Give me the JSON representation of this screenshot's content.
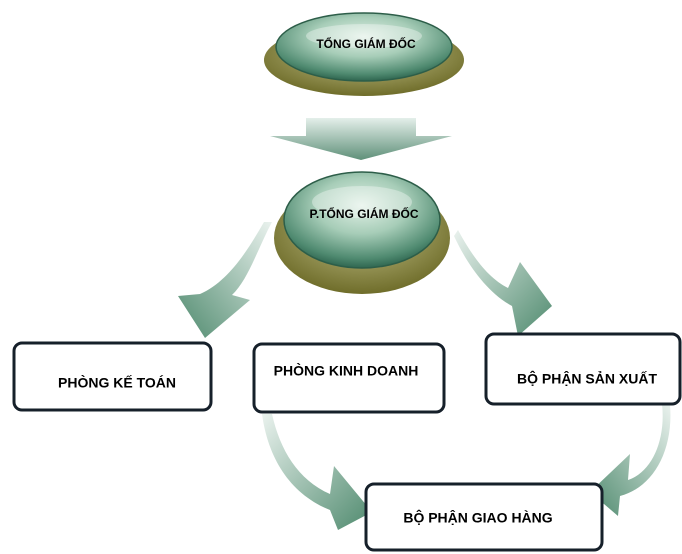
{
  "nodes": {
    "ceo": "TỔNG GIÁM ĐỐC",
    "deputy": "P.TỔNG GIÁM ĐỐC",
    "accounting": "PHÒNG KẾ TOÁN",
    "sales": "PHÒNG KINH DOANH",
    "production": "BỘ PHẬN SẢN XUẤT",
    "delivery": "BỘ PHẬN GIAO HÀNG"
  },
  "colors": {
    "disc_dark": "#3f7a62",
    "disc_light": "#d8ecdf",
    "base": "#8a8a3a",
    "arrow": "#5f9079",
    "box_border": "#16202a"
  }
}
